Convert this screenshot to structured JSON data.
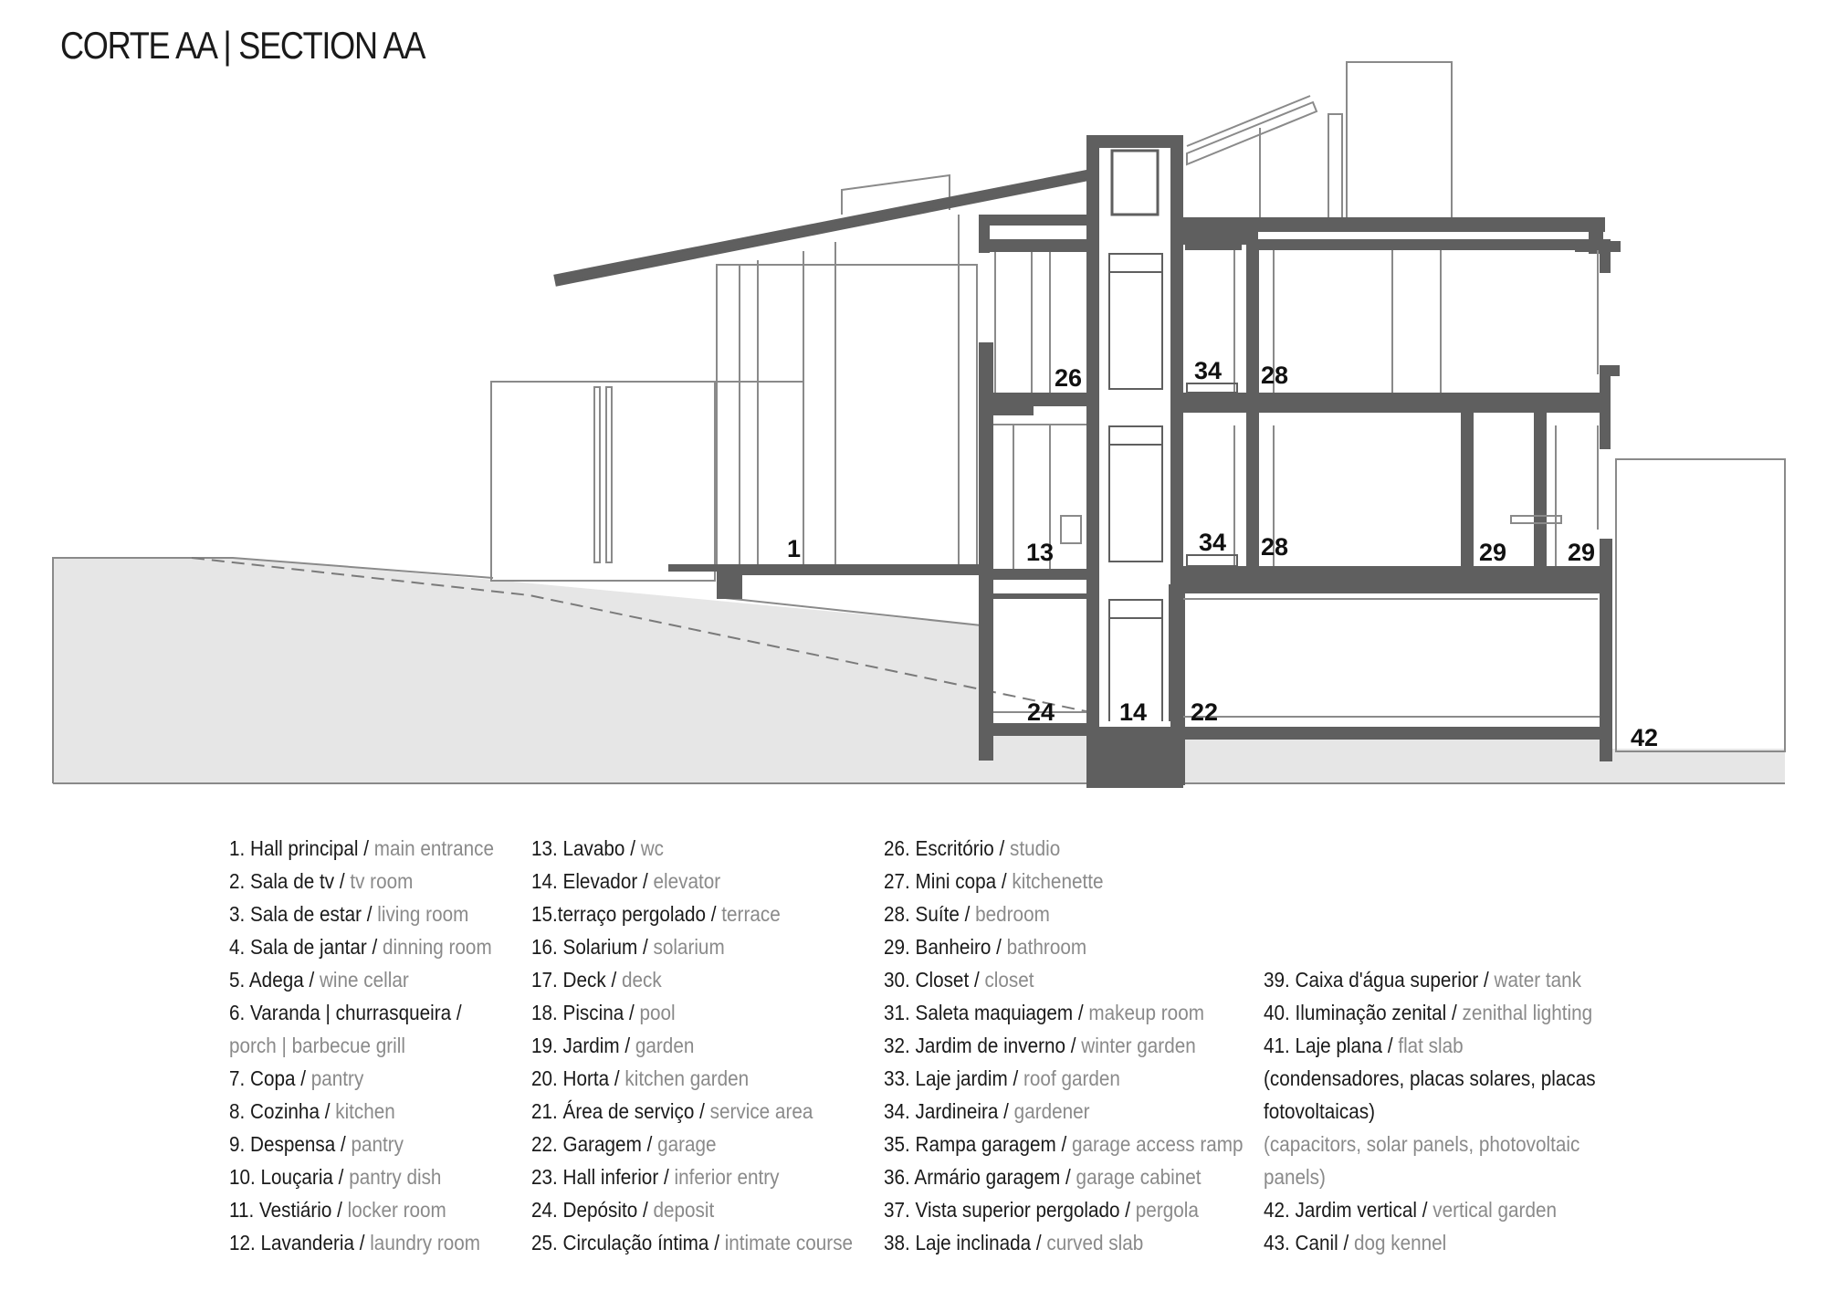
{
  "title": "CORTE AA | SECTION AA",
  "plan_labels": {
    "hall": "1",
    "lavabo": "13",
    "elevador": "14",
    "garagem": "22",
    "deposito": "24",
    "escritorio": "26",
    "suite_upper": "28",
    "suite_lower": "28",
    "banheiro_a": "29",
    "banheiro_b": "29",
    "jardineira_upper": "34",
    "jardineira_lower": "34",
    "jardim_vertical": "42"
  },
  "legend": {
    "col1": [
      {
        "pt": "1. Hall principal / ",
        "en": "main entrance"
      },
      {
        "pt": "2. Sala de tv / ",
        "en": "tv room"
      },
      {
        "pt": "3. Sala de estar / ",
        "en": "living room"
      },
      {
        "pt": "4. Sala de jantar / ",
        "en": "dinning room"
      },
      {
        "pt": "5. Adega / ",
        "en": "wine cellar"
      },
      {
        "pt": "6. Varanda | churrasqueira / ",
        "en": ""
      },
      {
        "pt": "",
        "en": "porch | barbecue grill"
      },
      {
        "pt": "7. Copa / ",
        "en": "pantry"
      },
      {
        "pt": "8. Cozinha / ",
        "en": "kitchen"
      },
      {
        "pt": "9. Despensa / ",
        "en": "pantry"
      },
      {
        "pt": "10. Louçaria / ",
        "en": "pantry dish"
      },
      {
        "pt": "11. Vestiário / ",
        "en": "locker room"
      },
      {
        "pt": "12. Lavanderia / ",
        "en": "laundry room"
      }
    ],
    "col2": [
      {
        "pt": "13. Lavabo / ",
        "en": "wc"
      },
      {
        "pt": "14. Elevador / ",
        "en": "elevator"
      },
      {
        "pt": "15.terraço pergolado / ",
        "en": "terrace"
      },
      {
        "pt": "16. Solarium / ",
        "en": "solarium"
      },
      {
        "pt": "17. Deck / ",
        "en": "deck"
      },
      {
        "pt": "18. Piscina / ",
        "en": "pool"
      },
      {
        "pt": "19. Jardim / ",
        "en": "garden"
      },
      {
        "pt": "20. Horta / ",
        "en": "kitchen garden"
      },
      {
        "pt": "21. Área de serviço / ",
        "en": "service area"
      },
      {
        "pt": "22. Garagem / ",
        "en": "garage"
      },
      {
        "pt": "23. Hall inferior / ",
        "en": "inferior entry"
      },
      {
        "pt": "24. Depósito / ",
        "en": "deposit"
      },
      {
        "pt": "25. Circulação íntima / ",
        "en": "intimate course"
      }
    ],
    "col3": [
      {
        "pt": "26. Escritório / ",
        "en": "studio"
      },
      {
        "pt": "27. Mini copa / ",
        "en": "kitchenette"
      },
      {
        "pt": "28. Suíte / ",
        "en": "bedroom"
      },
      {
        "pt": "29. Banheiro / ",
        "en": "bathroom"
      },
      {
        "pt": "30. Closet / ",
        "en": "closet"
      },
      {
        "pt": "31. Saleta maquiagem / ",
        "en": "makeup room"
      },
      {
        "pt": "32. Jardim de inverno / ",
        "en": "winter garden"
      },
      {
        "pt": "33. Laje jardim / ",
        "en": "roof garden"
      },
      {
        "pt": "34. Jardineira / ",
        "en": "gardener"
      },
      {
        "pt": "35. Rampa garagem / ",
        "en": "garage access ramp"
      },
      {
        "pt": "36. Armário garagem / ",
        "en": "garage cabinet"
      },
      {
        "pt": "37. Vista superior pergolado / ",
        "en": "pergola"
      },
      {
        "pt": "38. Laje inclinada / ",
        "en": "curved slab"
      }
    ],
    "col4": [
      {
        "pt": "39. Caixa d'água superior / ",
        "en": "water tank"
      },
      {
        "pt": "40. Iluminação zenital / ",
        "en": "zenithal lighting"
      },
      {
        "pt": "41. Laje plana / ",
        "en": "flat slab"
      },
      {
        "pt": "(condensadores, placas solares, placas",
        "en": ""
      },
      {
        "pt": "fotovoltaicas)",
        "en": ""
      },
      {
        "pt": "",
        "en": "(capacitors, solar panels, photovoltaic"
      },
      {
        "pt": "",
        "en": "panels)"
      },
      {
        "pt": "42. Jardim vertical / ",
        "en": "vertical garden"
      },
      {
        "pt": "43. Canil / ",
        "en": "dog kennel"
      }
    ]
  },
  "colors": {
    "structure": "#5f5f5f",
    "ground": "#e6e6e6",
    "thin_line": "#8a8a8a",
    "english_text": "#8a8a8a"
  }
}
